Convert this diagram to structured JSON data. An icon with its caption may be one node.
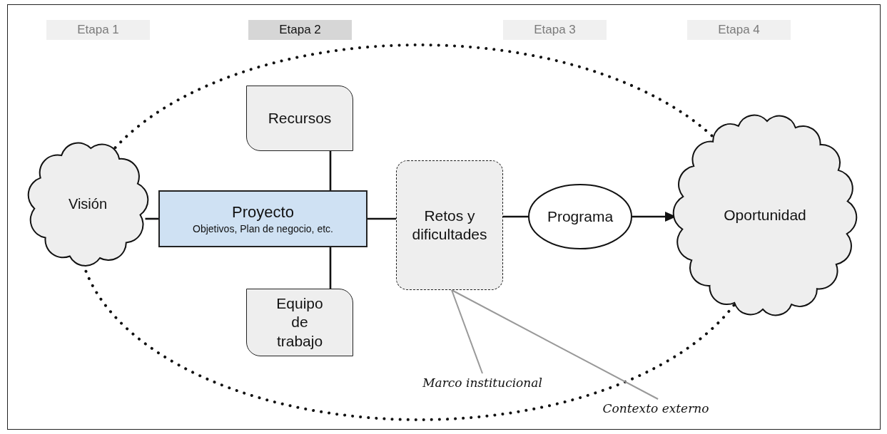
{
  "diagram": {
    "nodes": [
      {
        "text": [
          "Etapa 1"
        ]
      },
      {
        "text": [
          "Etapa 2"
        ]
      },
      {
        "text": [
          "Etapa 3"
        ]
      },
      {
        "text": [
          "Etapa 4"
        ]
      },
      {
        "text": [
          "Visión"
        ]
      },
      {
        "text": [
          "Proyecto",
          "Objetivos, Plan de negocio, etc."
        ]
      },
      {
        "text": [
          "Recursos"
        ]
      },
      {
        "text": [
          "Equipo de trabajo"
        ]
      },
      {
        "text": [
          "Retos y dificultades"
        ]
      },
      {
        "text": [
          "Programa"
        ]
      },
      {
        "text": [
          "Oportunidad"
        ]
      },
      {
        "text": [
          "Marco institucional"
        ]
      },
      {
        "text": [
          "Contexto externo"
        ]
      }
    ],
    "edges": [
      {
        "from": 4,
        "to": 5,
        "arrow": "none"
      },
      {
        "from": 5,
        "to": 6,
        "arrow": "none"
      },
      {
        "from": 5,
        "to": 7,
        "arrow": "none"
      },
      {
        "from": 5,
        "to": 8,
        "arrow": "none"
      },
      {
        "from": 8,
        "to": 9,
        "arrow": "none"
      },
      {
        "from": 9,
        "to": 10,
        "arrow": "to"
      },
      {
        "from": 11,
        "to": 8,
        "arrow": "none",
        "color": "#999999"
      },
      {
        "from": 12,
        "to": 8,
        "arrow": "none",
        "color": "#999999"
      }
    ]
  }
}
